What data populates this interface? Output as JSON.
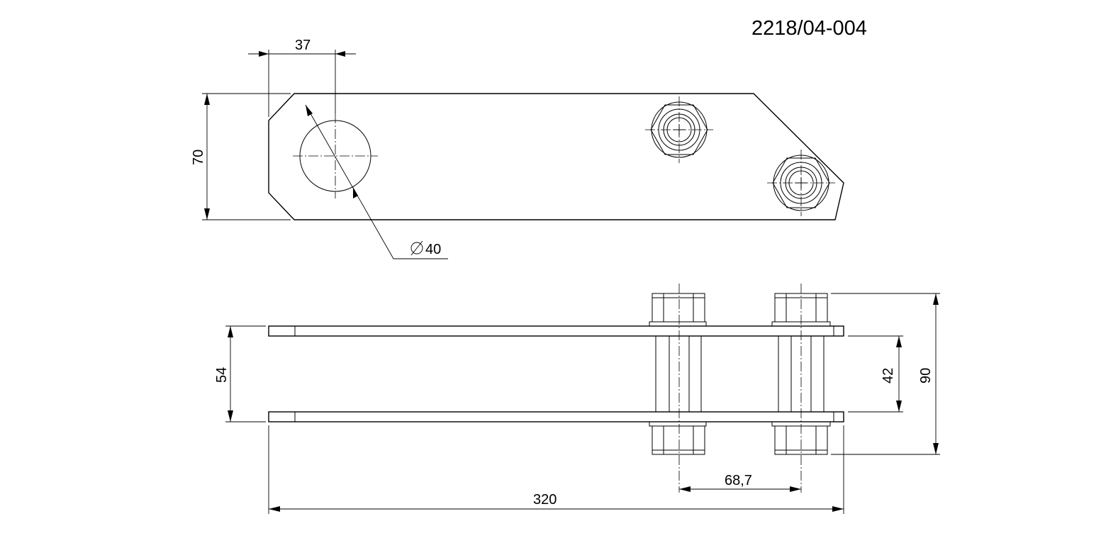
{
  "drawing_number": "2218/04-004",
  "dimensions": {
    "hole_offset": "37",
    "plate_height": "70",
    "hole_diameter": "40",
    "outer_gap": "54",
    "inner_gap": "42",
    "total_height": "90",
    "bolt_spacing": "68,7",
    "total_length": "320"
  },
  "icons": {
    "diameter_symbol": "diameter-icon"
  }
}
